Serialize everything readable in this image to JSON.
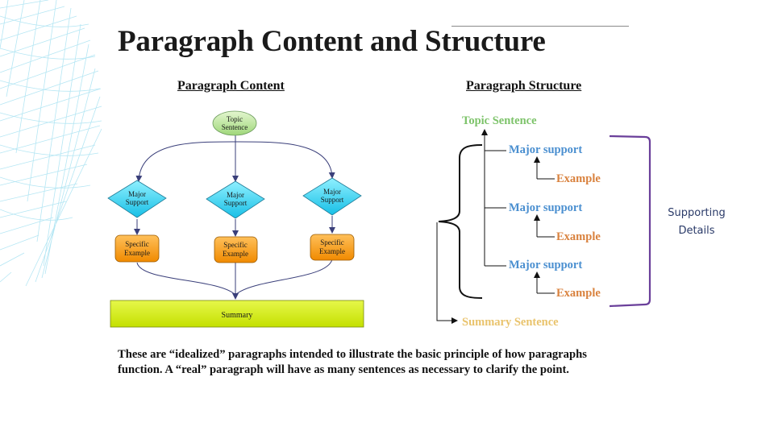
{
  "slide": {
    "title": "Paragraph Content and Structure",
    "caption_line1": "These are “idealized” paragraphs intended to illustrate the basic principle of how paragraphs",
    "caption_line2": "function.  A “real” paragraph will have as many sentences as necessary to clarify the point."
  },
  "content_diagram": {
    "heading": "Paragraph Content",
    "topic": [
      "Topic",
      "Sentence"
    ],
    "branches": [
      {
        "support": [
          "Major",
          "Support"
        ],
        "example": [
          "Specific",
          "Example"
        ]
      },
      {
        "support": [
          "Major",
          "Support"
        ],
        "example": [
          "Specific",
          "Example"
        ]
      },
      {
        "support": [
          "Major",
          "Support"
        ],
        "example": [
          "Specific",
          "Example"
        ]
      }
    ],
    "summary": "Summary"
  },
  "structure_diagram": {
    "heading": "Paragraph Structure",
    "topic": "Topic Sentence",
    "groups": [
      {
        "support": "Major support",
        "example": "Example"
      },
      {
        "support": "Major support",
        "example": "Example"
      },
      {
        "support": "Major support",
        "example": "Example"
      }
    ],
    "summary": "Summary Sentence",
    "bracket_label_line1": "Supporting",
    "bracket_label_line2": "Details"
  },
  "colors": {
    "topic_fill": "#bfe7a0",
    "support_fill": "#3fd3f0",
    "example_fill": "#ff9d12",
    "summary_fill": "#d2ec0a",
    "arrow": "#3a3f7a",
    "struct_topic": "#7dc36a",
    "struct_support": "#4a8fd0",
    "struct_example": "#d9823e",
    "struct_summary": "#e9c36c",
    "bracket_purple": "#6a3f9a"
  }
}
